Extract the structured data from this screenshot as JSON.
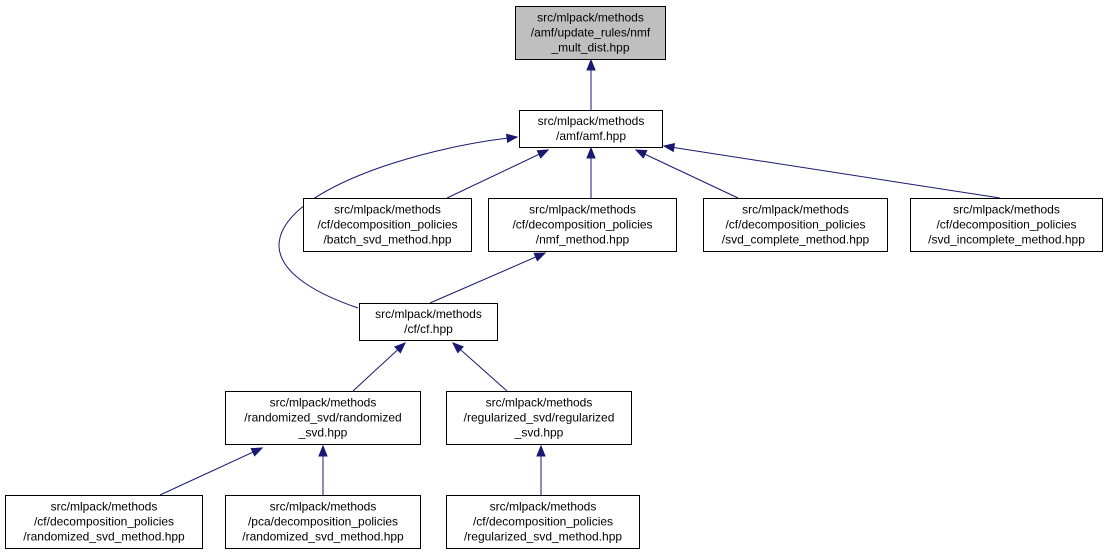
{
  "graph": {
    "colors": {
      "edge": "#191970",
      "root_fill": "#bfbfbf",
      "node_fill": "#ffffff",
      "node_border": "#000000"
    },
    "nodes": [
      {
        "id": "nmf_mult_dist",
        "lines": [
          "src/mlpack/methods",
          "/amf/update_rules/nmf",
          "_mult_dist.hpp"
        ],
        "root": true
      },
      {
        "id": "amf",
        "lines": [
          "src/mlpack/methods",
          "/amf/amf.hpp"
        ]
      },
      {
        "id": "batch_svd_method",
        "lines": [
          "src/mlpack/methods",
          "/cf/decomposition_policies",
          "/batch_svd_method.hpp"
        ]
      },
      {
        "id": "nmf_method",
        "lines": [
          "src/mlpack/methods",
          "/cf/decomposition_policies",
          "/nmf_method.hpp"
        ]
      },
      {
        "id": "svd_complete_method",
        "lines": [
          "src/mlpack/methods",
          "/cf/decomposition_policies",
          "/svd_complete_method.hpp"
        ]
      },
      {
        "id": "svd_incomplete_method",
        "lines": [
          "src/mlpack/methods",
          "/cf/decomposition_policies",
          "/svd_incomplete_method.hpp"
        ]
      },
      {
        "id": "cf",
        "lines": [
          "src/mlpack/methods",
          "/cf/cf.hpp"
        ]
      },
      {
        "id": "randomized_svd",
        "lines": [
          "src/mlpack/methods",
          "/randomized_svd/randomized",
          "_svd.hpp"
        ]
      },
      {
        "id": "regularized_svd",
        "lines": [
          "src/mlpack/methods",
          "/regularized_svd/regularized",
          "_svd.hpp"
        ]
      },
      {
        "id": "cf_randomized_svd_method",
        "lines": [
          "src/mlpack/methods",
          "/cf/decomposition_policies",
          "/randomized_svd_method.hpp"
        ]
      },
      {
        "id": "pca_randomized_svd_method",
        "lines": [
          "src/mlpack/methods",
          "/pca/decomposition_policies",
          "/randomized_svd_method.hpp"
        ]
      },
      {
        "id": "regularized_svd_method",
        "lines": [
          "src/mlpack/methods",
          "/cf/decomposition_policies",
          "/regularized_svd_method.hpp"
        ]
      }
    ],
    "edges": [
      {
        "from": "amf",
        "to": "nmf_mult_dist"
      },
      {
        "from": "batch_svd_method",
        "to": "amf"
      },
      {
        "from": "nmf_method",
        "to": "amf"
      },
      {
        "from": "svd_complete_method",
        "to": "amf"
      },
      {
        "from": "svd_incomplete_method",
        "to": "amf"
      },
      {
        "from": "cf",
        "to": "amf"
      },
      {
        "from": "cf",
        "to": "nmf_method"
      },
      {
        "from": "randomized_svd",
        "to": "cf"
      },
      {
        "from": "regularized_svd",
        "to": "cf"
      },
      {
        "from": "cf_randomized_svd_method",
        "to": "randomized_svd"
      },
      {
        "from": "pca_randomized_svd_method",
        "to": "randomized_svd"
      },
      {
        "from": "regularized_svd_method",
        "to": "regularized_svd"
      }
    ]
  }
}
